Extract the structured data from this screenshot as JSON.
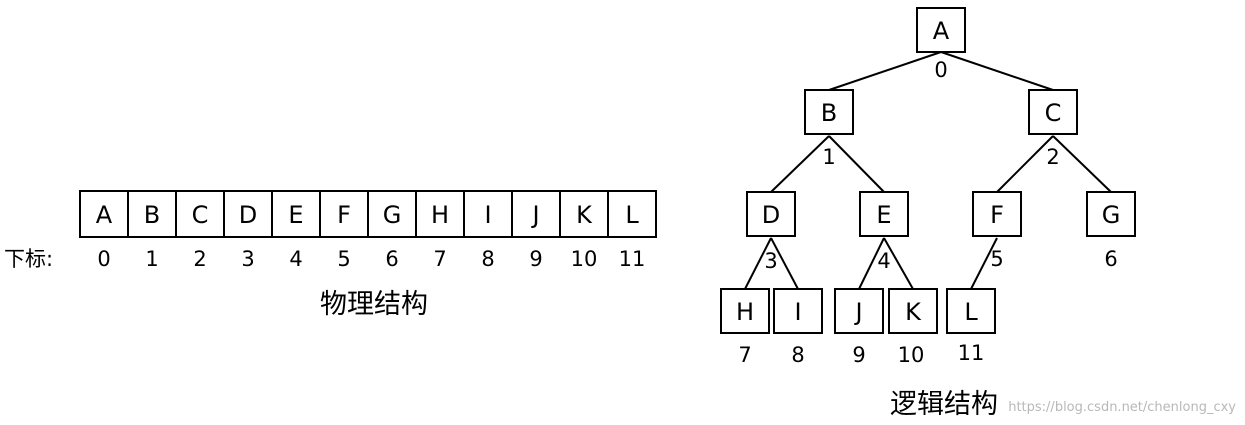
{
  "physical": {
    "index_prefix": "下标:",
    "letters": [
      "A",
      "B",
      "C",
      "D",
      "E",
      "F",
      "G",
      "H",
      "I",
      "J",
      "K",
      "L"
    ],
    "indices": [
      "0",
      "1",
      "2",
      "3",
      "4",
      "5",
      "6",
      "7",
      "8",
      "9",
      "10",
      "11"
    ],
    "caption": "物理结构"
  },
  "logical": {
    "nodes": [
      {
        "letter": "A",
        "index": "0"
      },
      {
        "letter": "B",
        "index": "1"
      },
      {
        "letter": "C",
        "index": "2"
      },
      {
        "letter": "D",
        "index": "3"
      },
      {
        "letter": "E",
        "index": "4"
      },
      {
        "letter": "F",
        "index": "5"
      },
      {
        "letter": "G",
        "index": "6"
      },
      {
        "letter": "H",
        "index": "7"
      },
      {
        "letter": "I",
        "index": "8"
      },
      {
        "letter": "J",
        "index": "9"
      },
      {
        "letter": "K",
        "index": "10"
      },
      {
        "letter": "L",
        "index": "11"
      }
    ],
    "edges": [
      [
        0,
        1
      ],
      [
        0,
        2
      ],
      [
        1,
        3
      ],
      [
        1,
        4
      ],
      [
        2,
        5
      ],
      [
        2,
        6
      ],
      [
        3,
        7
      ],
      [
        3,
        8
      ],
      [
        4,
        9
      ],
      [
        4,
        10
      ],
      [
        5,
        11
      ]
    ],
    "caption": "逻辑结构"
  },
  "watermark": "https://blog.csdn.net/chenlong_cxy"
}
